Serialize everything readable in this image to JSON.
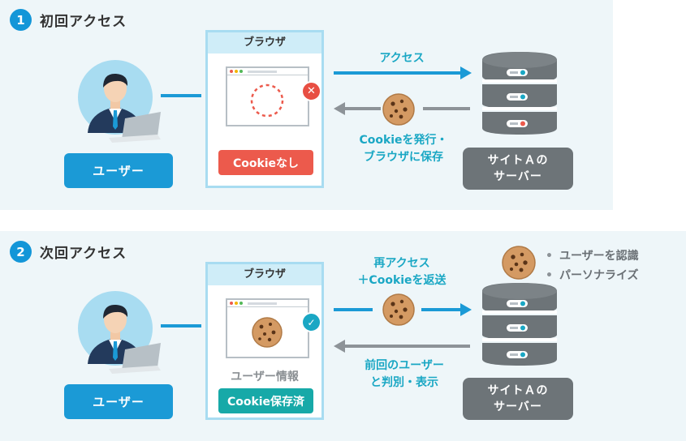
{
  "section1": {
    "number": "1",
    "title": "初回アクセス",
    "browser_title": "ブラウザ",
    "status": "Cookieなし",
    "user_label": "ユーザー",
    "arrow_label": "アクセス",
    "return_label_line1": "Cookieを発行・",
    "return_label_line2": "ブラウザに保存",
    "server_line1": "サイトＡの",
    "server_line2": "サーバー"
  },
  "section2": {
    "number": "2",
    "title": "次回アクセス",
    "browser_title": "ブラウザ",
    "user_info": "ユーザー情報",
    "status": "Cookie保存済",
    "user_label": "ユーザー",
    "arrow_label_line1": "再アクセス",
    "arrow_label_line2": "＋Cookieを返送",
    "return_label_line1": "前回のユーザー",
    "return_label_line2": "と判別・表示",
    "server_line1": "サイトＡの",
    "server_line2": "サーバー",
    "bullets": [
      "ユーザーを認識",
      "パーソナライズ"
    ]
  },
  "colors": {
    "panel_bg": "#eef6f9",
    "blue": "#1b9ad6",
    "red": "#ec5a4c",
    "teal": "#17a9a8",
    "server": "#6d7478",
    "arrow_gray": "#8d9398"
  },
  "icons": [
    "user-avatar-icon",
    "laptop-icon",
    "browser-window-icon",
    "dashed-circle-icon",
    "close-icon",
    "check-icon",
    "cookie-icon",
    "server-icon",
    "arrow-right-icon",
    "arrow-left-icon"
  ]
}
